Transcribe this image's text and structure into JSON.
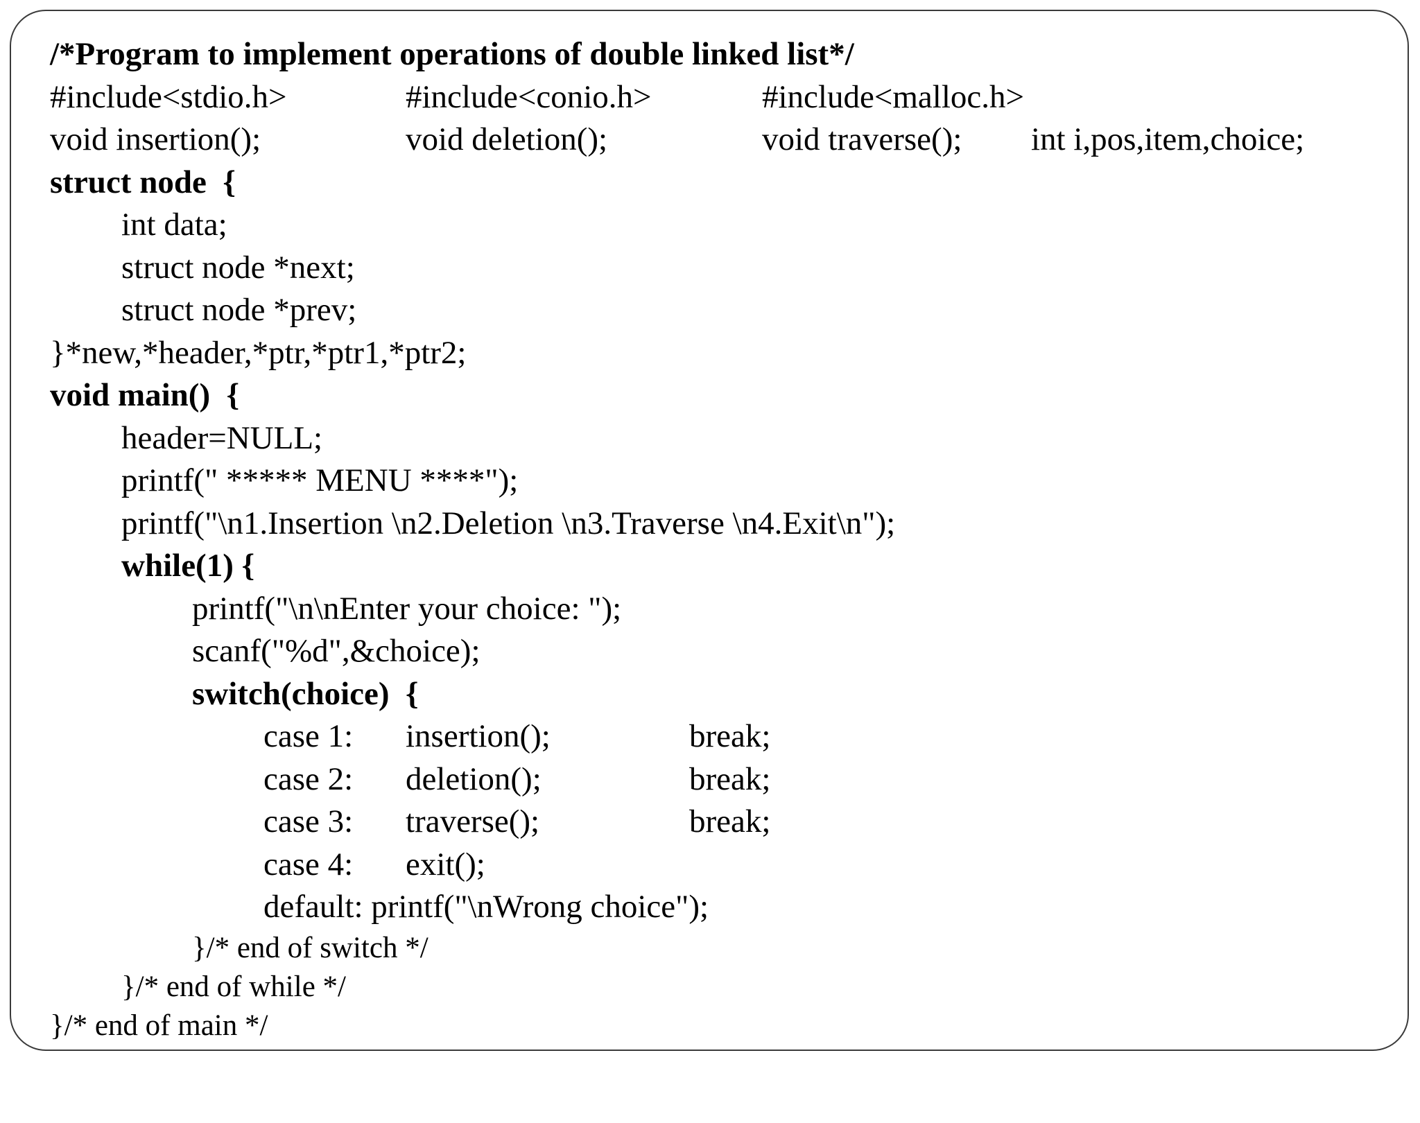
{
  "comment_title": "/*Program to implement operations of double linked list*/",
  "includes": [
    "#include<stdio.h>",
    "#include<conio.h>",
    "#include<malloc.h>"
  ],
  "prototypes": [
    "void insertion();",
    "void deletion();",
    "void traverse();",
    "int i,pos,item,choice;"
  ],
  "struct_header": "struct node  {",
  "struct_fields": [
    "int data;",
    "struct node *next;",
    "struct node *prev;"
  ],
  "struct_close": "}*new,*header,*ptr,*ptr1,*ptr2;",
  "main_header": "void main()  {",
  "main_body": [
    "header=NULL;",
    "printf(\" ***** MENU ****\");",
    "printf(\"\\n1.Insertion \\n2.Deletion \\n3.Traverse \\n4.Exit\\n\");"
  ],
  "while_header": "while(1) {",
  "while_body": [
    "printf(\"\\n\\nEnter your choice: \");",
    "scanf(\"%d\",&choice);"
  ],
  "switch_header": "switch(choice)  {",
  "cases": [
    {
      "label": "case 1:",
      "call": "insertion();",
      "brk": "break;"
    },
    {
      "label": "case 2:",
      "call": "deletion();",
      "brk": "break;"
    },
    {
      "label": "case 3:",
      "call": "traverse();",
      "brk": "break;"
    },
    {
      "label": "case 4:",
      "call": "exit();",
      "brk": ""
    }
  ],
  "default_line": "default: printf(\"\\nWrong choice\");",
  "end_switch": "}/* end of switch */",
  "end_while": "}/* end of while */",
  "end_main": "}/* end of main */"
}
